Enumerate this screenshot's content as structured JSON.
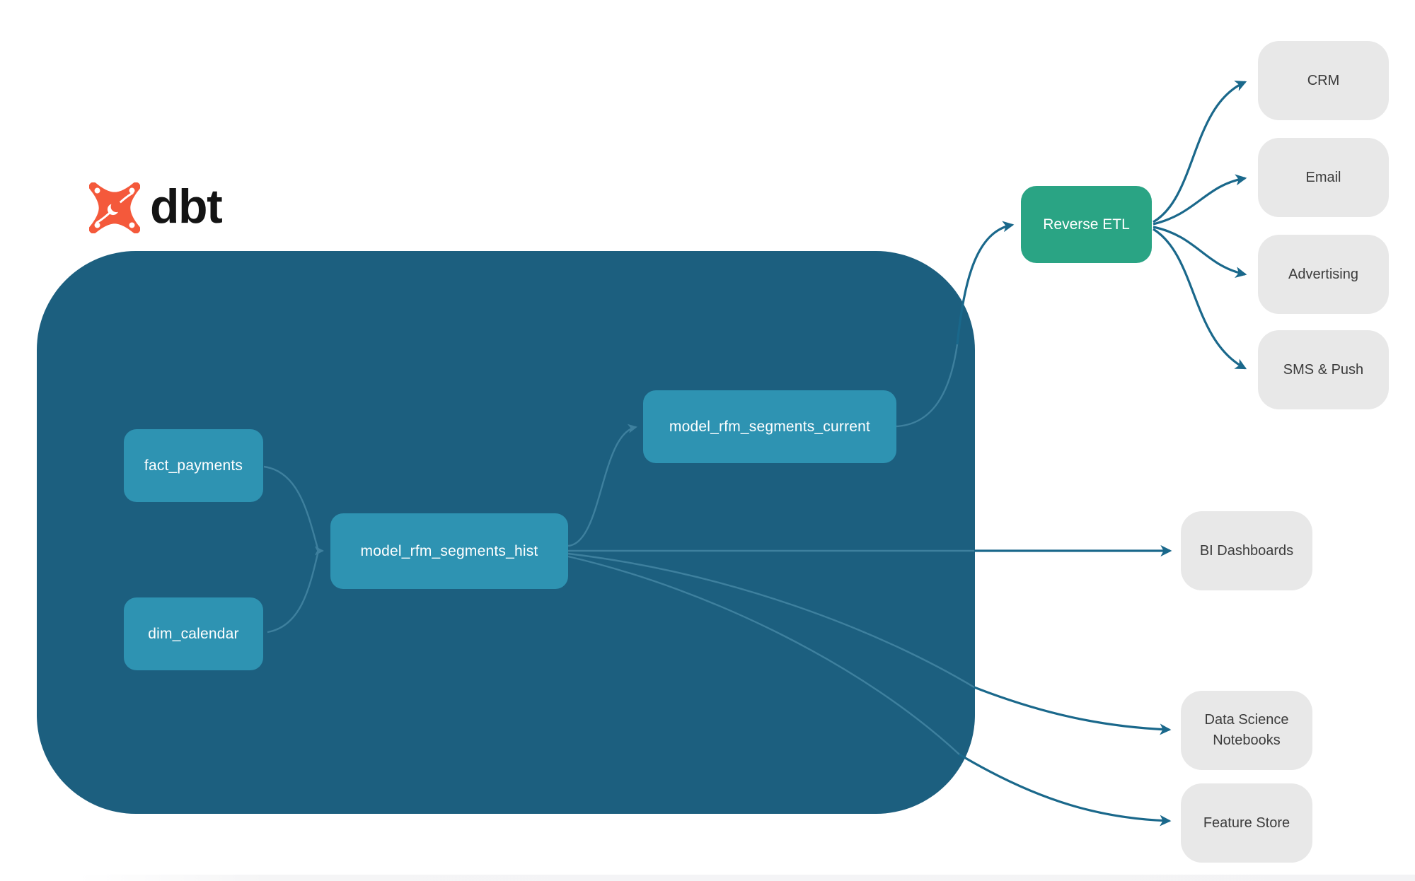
{
  "brand": {
    "name": "dbt"
  },
  "nodes": {
    "fact_payments": {
      "label": "fact_payments"
    },
    "dim_calendar": {
      "label": "dim_calendar"
    },
    "model_rfm_segments_hist": {
      "label": "model_rfm_segments_hist"
    },
    "model_rfm_segments_current": {
      "label": "model_rfm_segments_current"
    },
    "reverse_etl": {
      "label": "Reverse ETL"
    },
    "crm": {
      "label": "CRM"
    },
    "email": {
      "label": "Email"
    },
    "advertising": {
      "label": "Advertising"
    },
    "sms_push": {
      "label": "SMS & Push"
    },
    "bi_dashboards": {
      "label": "BI Dashboards"
    },
    "data_science_notebooks": {
      "label": "Data Science Notebooks"
    },
    "feature_store": {
      "label": "Feature Store"
    }
  },
  "edges": [
    {
      "from": "fact_payments",
      "to": "model_rfm_segments_hist"
    },
    {
      "from": "dim_calendar",
      "to": "model_rfm_segments_hist"
    },
    {
      "from": "model_rfm_segments_hist",
      "to": "model_rfm_segments_current"
    },
    {
      "from": "model_rfm_segments_current",
      "to": "Reverse ETL"
    },
    {
      "from": "Reverse ETL",
      "to": "CRM"
    },
    {
      "from": "Reverse ETL",
      "to": "Email"
    },
    {
      "from": "Reverse ETL",
      "to": "Advertising"
    },
    {
      "from": "Reverse ETL",
      "to": "SMS & Push"
    },
    {
      "from": "model_rfm_segments_hist",
      "to": "BI Dashboards"
    },
    {
      "from": "model_rfm_segments_hist",
      "to": "Data Science Notebooks"
    },
    {
      "from": "model_rfm_segments_hist",
      "to": "Feature Store"
    }
  ],
  "colors": {
    "container": "#1C5F7F",
    "model_node": "#2E93B2",
    "reverse_etl_node": "#2AA484",
    "destination_node": "#E8E8E8",
    "edge_outside": "#1A688B",
    "edge_inside": "#3E809E",
    "logo_orange": "#F4593B",
    "text_light": "#FFFFFF",
    "text_dark": "#3C3C3C"
  }
}
